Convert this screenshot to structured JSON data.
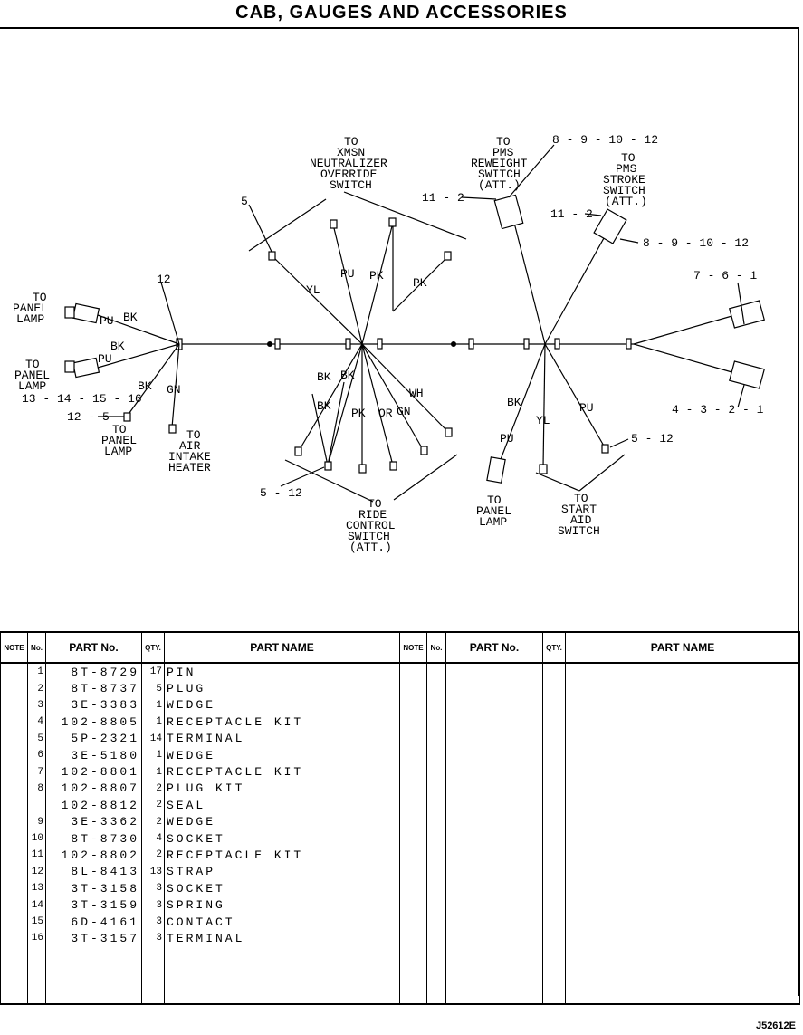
{
  "title": "CAB, GAUGES AND ACCESSORIES",
  "diagram": {
    "labels": {
      "to_panel_lamp_1": [
        "TO",
        "PANEL",
        "LAMP"
      ],
      "to_panel_lamp_2": [
        "TO",
        "PANEL",
        "LAMP"
      ],
      "to_panel_lamp_3": [
        "TO",
        "PANEL",
        "LAMP"
      ],
      "to_panel_lamp_4": [
        "TO",
        "PANEL",
        "LAMP"
      ],
      "to_air_intake_heater": [
        "TO",
        "AIR",
        "INTAKE",
        "HEATER"
      ],
      "to_xmsn_override": [
        "TO",
        "XMSN",
        "NEUTRALIZER",
        "OVERRIDE",
        "SWITCH"
      ],
      "to_pms_reweight": [
        "TO",
        "PMS",
        "REWEIGHT",
        "SWITCH",
        "(ATT.)"
      ],
      "to_pms_stroke": [
        "TO",
        "PMS",
        "STROKE",
        "SWITCH",
        "(ATT.)"
      ],
      "to_ride_control": [
        "TO",
        "RIDE",
        "CONTROL",
        "SWITCH",
        "(ATT.)"
      ],
      "to_start_aid": [
        "TO",
        "START",
        "AID",
        "SWITCH"
      ]
    },
    "callouts": {
      "c12": "12",
      "c5": "5",
      "c13_16": "13 - 14 - 15 - 16",
      "c12_5": "12 - 5",
      "c5_12a": "5 - 12",
      "c5_12b": "5 - 12",
      "c8_12a": "8 - 9 - 10 - 12",
      "c8_12b": "8 - 9 - 10 - 12",
      "c11_2a": "11 - 2",
      "c11_2b": "11 - 2",
      "c7_6_1": "7 - 6 - 1",
      "c4_3_2_1": "4 - 3 - 2 - 1"
    },
    "wire_codes": {
      "pu": "PU",
      "bk": "BK",
      "gn": "GN",
      "yl": "YL",
      "pk": "PK",
      "or": "OR",
      "wh": "WH"
    }
  },
  "table": {
    "headers": {
      "note": "NOTE",
      "no": "No.",
      "part_no": "PART No.",
      "qty": "QTY.",
      "part_name": "PART NAME"
    },
    "rows": [
      {
        "no": "1",
        "part_no": "8T-8729",
        "qty": "17",
        "name": "PIN"
      },
      {
        "no": "2",
        "part_no": "8T-8737",
        "qty": "5",
        "name": "PLUG"
      },
      {
        "no": "3",
        "part_no": "3E-3383",
        "qty": "1",
        "name": "WEDGE"
      },
      {
        "no": "4",
        "part_no": "102-8805",
        "qty": "1",
        "name": "RECEPTACLE KIT"
      },
      {
        "no": "5",
        "part_no": "5P-2321",
        "qty": "14",
        "name": "TERMINAL"
      },
      {
        "no": "6",
        "part_no": "3E-5180",
        "qty": "1",
        "name": "WEDGE"
      },
      {
        "no": "7",
        "part_no": "102-8801",
        "qty": "1",
        "name": "RECEPTACLE KIT"
      },
      {
        "no": "8",
        "part_no": "102-8807",
        "qty": "2",
        "name": "PLUG KIT"
      },
      {
        "no": "",
        "part_no": "102-8812",
        "qty": "2",
        "name": "SEAL"
      },
      {
        "no": "9",
        "part_no": "3E-3362",
        "qty": "2",
        "name": "WEDGE"
      },
      {
        "no": "10",
        "part_no": "8T-8730",
        "qty": "4",
        "name": "SOCKET"
      },
      {
        "no": "11",
        "part_no": "102-8802",
        "qty": "2",
        "name": "RECEPTACLE KIT"
      },
      {
        "no": "12",
        "part_no": "8L-8413",
        "qty": "13",
        "name": "STRAP"
      },
      {
        "no": "13",
        "part_no": "3T-3158",
        "qty": "3",
        "name": "SOCKET"
      },
      {
        "no": "14",
        "part_no": "3T-3159",
        "qty": "3",
        "name": "SPRING"
      },
      {
        "no": "15",
        "part_no": "6D-4161",
        "qty": "3",
        "name": "CONTACT"
      },
      {
        "no": "16",
        "part_no": "3T-3157",
        "qty": "3",
        "name": "TERMINAL"
      }
    ]
  },
  "figure_code": "J52612E"
}
